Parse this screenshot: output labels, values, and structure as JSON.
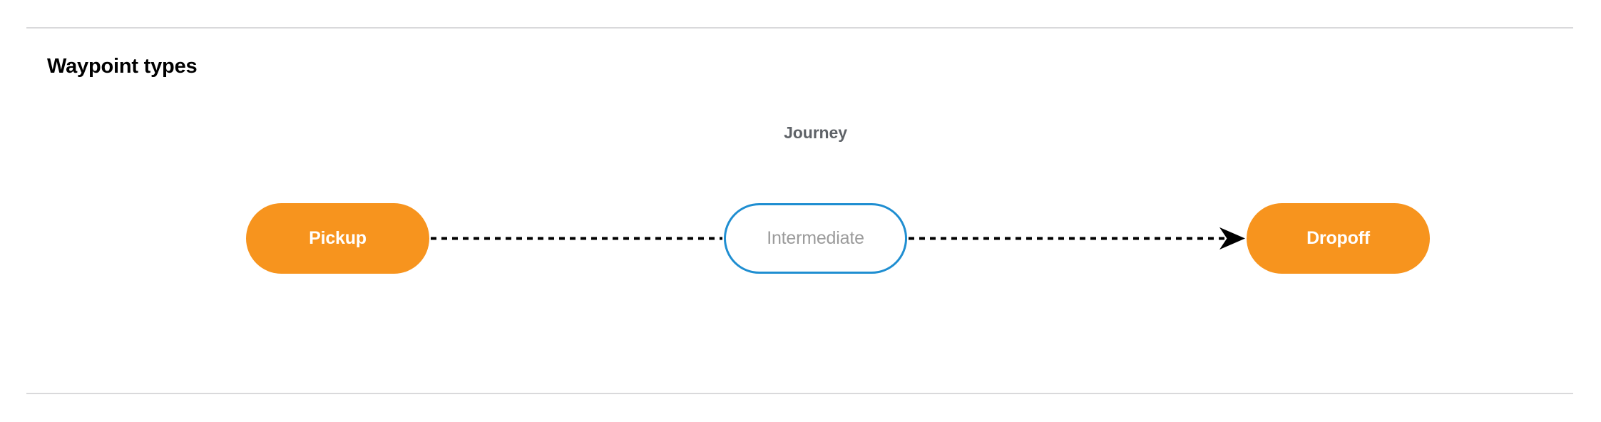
{
  "section": {
    "title": "Waypoint types",
    "divider_color": "#d9d9db"
  },
  "diagram": {
    "group_label": "Journey",
    "group_label_color": "#5f6368",
    "nodes": [
      {
        "id": "pickup",
        "label": "Pickup",
        "kind": "terminal",
        "fill": "#f7941e",
        "text_color": "#ffffff",
        "border_color": "none"
      },
      {
        "id": "intermediate",
        "label": "Intermediate",
        "kind": "intermediate",
        "fill": "#ffffff",
        "text_color": "#9b9b9b",
        "border_color": "#1f8ed1"
      },
      {
        "id": "dropoff",
        "label": "Dropoff",
        "kind": "terminal",
        "fill": "#f7941e",
        "text_color": "#ffffff",
        "border_color": "none"
      }
    ],
    "edges": [
      {
        "id": "pickup-to-intermediate",
        "from": "pickup",
        "to": "intermediate",
        "style": "dashed",
        "color": "#000000",
        "arrowhead": false
      },
      {
        "id": "intermediate-to-dropoff",
        "from": "intermediate",
        "to": "dropoff",
        "style": "dashed",
        "color": "#000000",
        "arrowhead": true
      }
    ]
  }
}
